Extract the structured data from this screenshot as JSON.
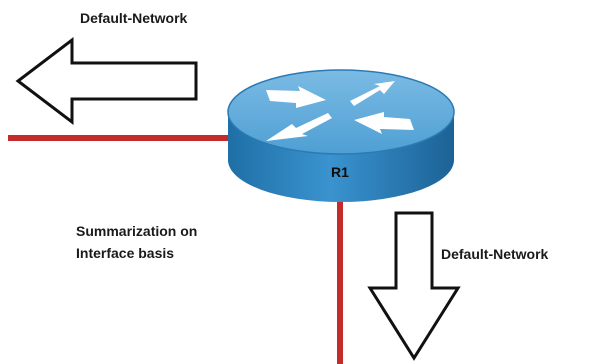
{
  "labels": {
    "default_network_left": "Default-Network",
    "default_network_down": "Default-Network",
    "summarization_line1": "Summarization on",
    "summarization_line2": "Interface basis"
  },
  "router": {
    "name": "R1",
    "icon": "router-icon"
  },
  "colors": {
    "link": "#c42b2b",
    "router_top": "#5aa6d8",
    "router_body": "#2f86c2",
    "router_edge": "#1d5f8f",
    "arrow_stroke": "#111111",
    "arrow_fill": "#ffffff"
  }
}
